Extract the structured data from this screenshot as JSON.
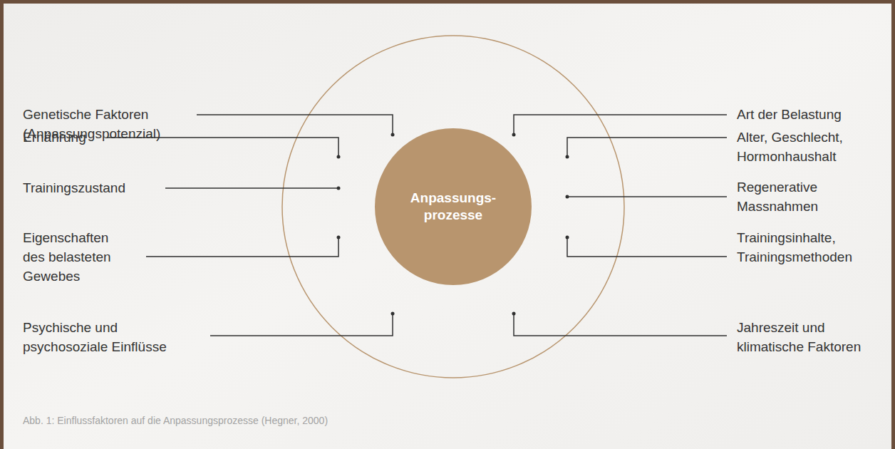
{
  "diagram": {
    "caption": "Abb. 1: Einflussfaktoren auf die Anpassungsprozesse (Hegner, 2000)",
    "nodes": [
      {
        "text": [
          "Anpassungs- prozesse"
        ]
      }
    ],
    "labels": [
      "Genetische Faktoren (Anpassungspotenzial)",
      "Art der Belastung",
      "Ernährung",
      "Alter, Geschlecht, Hormonhaushalt",
      "Trainingszustand",
      "Regenerative Massnahmen",
      "Eigenschaften des belasteten Gewebes",
      "Trainingsinhalte, Trainingsmethoden",
      "Psychische und psychosoziale Einflüsse",
      "Jahreszeit und klimatische Faktoren"
    ]
  }
}
